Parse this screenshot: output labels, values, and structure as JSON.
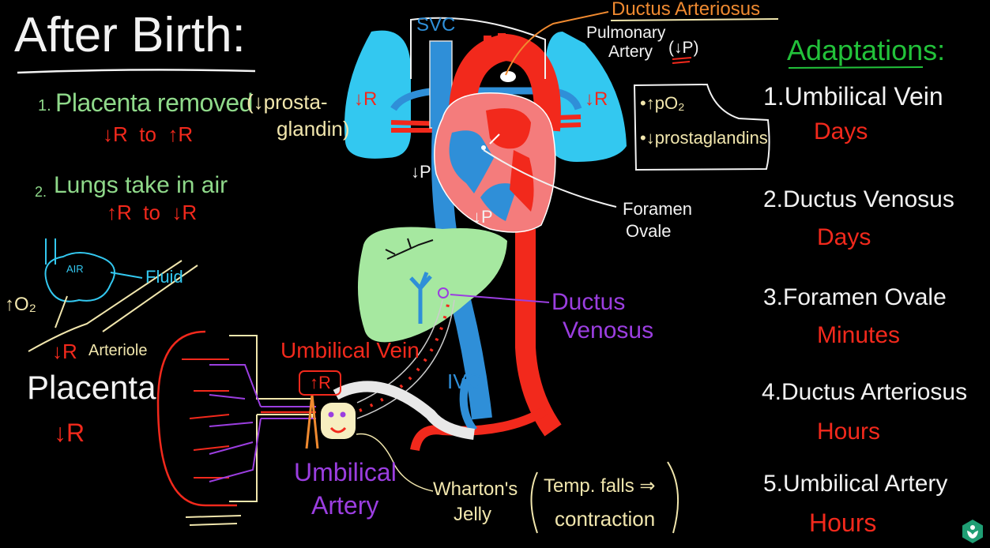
{
  "title": "After Birth:",
  "left_notes": {
    "item1_num": "1.",
    "item1_text": "Placenta removed",
    "item1_note_line1": "(↓prosta-",
    "item1_note_line2": "glandin)",
    "item1_resistance": "↓R  to  ↑R",
    "item2_num": "2.",
    "item2_text": "Lungs take in air",
    "item2_resistance": "↑R  to  ↓R"
  },
  "lung_inset": {
    "air_label": "AIR",
    "fluid_label": "Fluid",
    "o2_label": "↑O₂",
    "arteriole_resistance": "↓R",
    "arteriole_label": "Arteriole"
  },
  "placenta": {
    "label": "Placenta",
    "resistance": "↓R"
  },
  "heart_labels": {
    "svc": "SVC",
    "ductus_arteriosus": "Ductus Arteriosus",
    "pulmonary_artery_line1": "Pulmonary",
    "pulmonary_artery_line2": "Artery",
    "pulmonary_pressure": "(↓P)",
    "lung_left_resistance": "↓R",
    "lung_right_resistance": "↓R",
    "pressure_right_atrium": "↓P",
    "pressure_right_ventricle": "↓P",
    "foramen_ovale_line1": "Foramen",
    "foramen_ovale_line2": "Ovale",
    "ductus_venosus_line1": "Ductus",
    "ductus_venosus_line2": "Venosus",
    "ivc": "IVC"
  },
  "da_box": {
    "bullet1": "•↑pO₂",
    "bullet2": "•↓prostaglandins"
  },
  "cord": {
    "umbilical_vein": "Umbilical Vein",
    "umbilical_vein_resistance": "↑R",
    "umbilical_artery_line1": "Umbilical",
    "umbilical_artery_line2": "Artery",
    "whartons_line1": "Wharton's",
    "whartons_line2": "Jelly",
    "temp_line1": "Temp. falls ⇒",
    "temp_line2": "contraction"
  },
  "adaptations": {
    "heading": "Adaptations:",
    "items": [
      {
        "label": "1.Umbilical Vein",
        "time": "Days"
      },
      {
        "label": "2.Ductus Venosus",
        "time": "Days"
      },
      {
        "label": "3.Foramen Ovale",
        "time": "Minutes"
      },
      {
        "label": "4.Ductus Arteriosus",
        "time": "Hours"
      },
      {
        "label": "5.Umbilical Artery",
        "time": "Hours"
      }
    ]
  },
  "colors": {
    "background": "#000000",
    "lung": "#33c8f0",
    "heart_wall": "#f47c7c",
    "oxygenated": "#f2291c",
    "deoxygenated": "#2f8fd8",
    "liver": "#a6e8a0",
    "brand": "#1f9e74"
  }
}
